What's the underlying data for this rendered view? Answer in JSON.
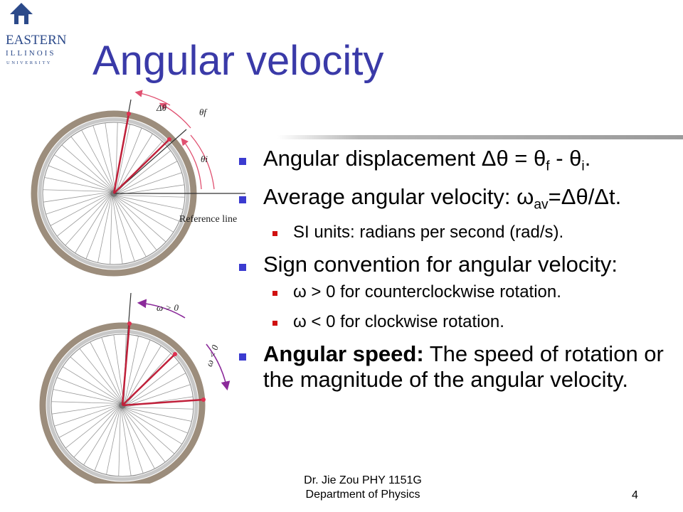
{
  "slide": {
    "title": "Angular velocity",
    "logo": {
      "line1": "EASTERN",
      "line2": "ILLINOIS",
      "line3": "UNIVERSITY"
    },
    "bullets": {
      "b1_text": "Angular displacement ",
      "b1_delta": "Δθ",
      "b1_eq": " = θ",
      "b1_sub_f": "f",
      "b1_minus": " - θ",
      "b1_sub_i": "i",
      "b1_end": ".",
      "b2_text": "Average angular velocity: ω",
      "b2_sub": "av",
      "b2_end": "=Δθ/Δt.",
      "b2_sub1": "SI units: radians per second (rad/s).",
      "b3_text": "Sign convention for angular velocity:",
      "b3_sub1": "ω > 0 for counterclockwise rotation.",
      "b3_sub2": "ω < 0 for clockwise rotation.",
      "b4_bold": "Angular speed:",
      "b4_text": " The speed of rotation or the magnitude of the angular velocity."
    },
    "diagram_top": {
      "delta_theta": "Δθ",
      "theta_f": "θf",
      "theta_i": "θi",
      "reference_line": "Reference line"
    },
    "diagram_bottom": {
      "omega_pos": "ω > 0",
      "omega_neg": "ω < 0"
    },
    "footer": {
      "line1": "Dr. Jie Zou  PHY 1151G",
      "line2": "Department of Physics",
      "page": "4"
    },
    "colors": {
      "title": "#3a3aa8",
      "bullet": "#3b3bd0",
      "sub_bullet": "#d01010",
      "radius": "#c0203a",
      "arc_top": "#e05070",
      "arc_bottom": "#8b2a9a",
      "tire": "#8f7f6e"
    }
  }
}
